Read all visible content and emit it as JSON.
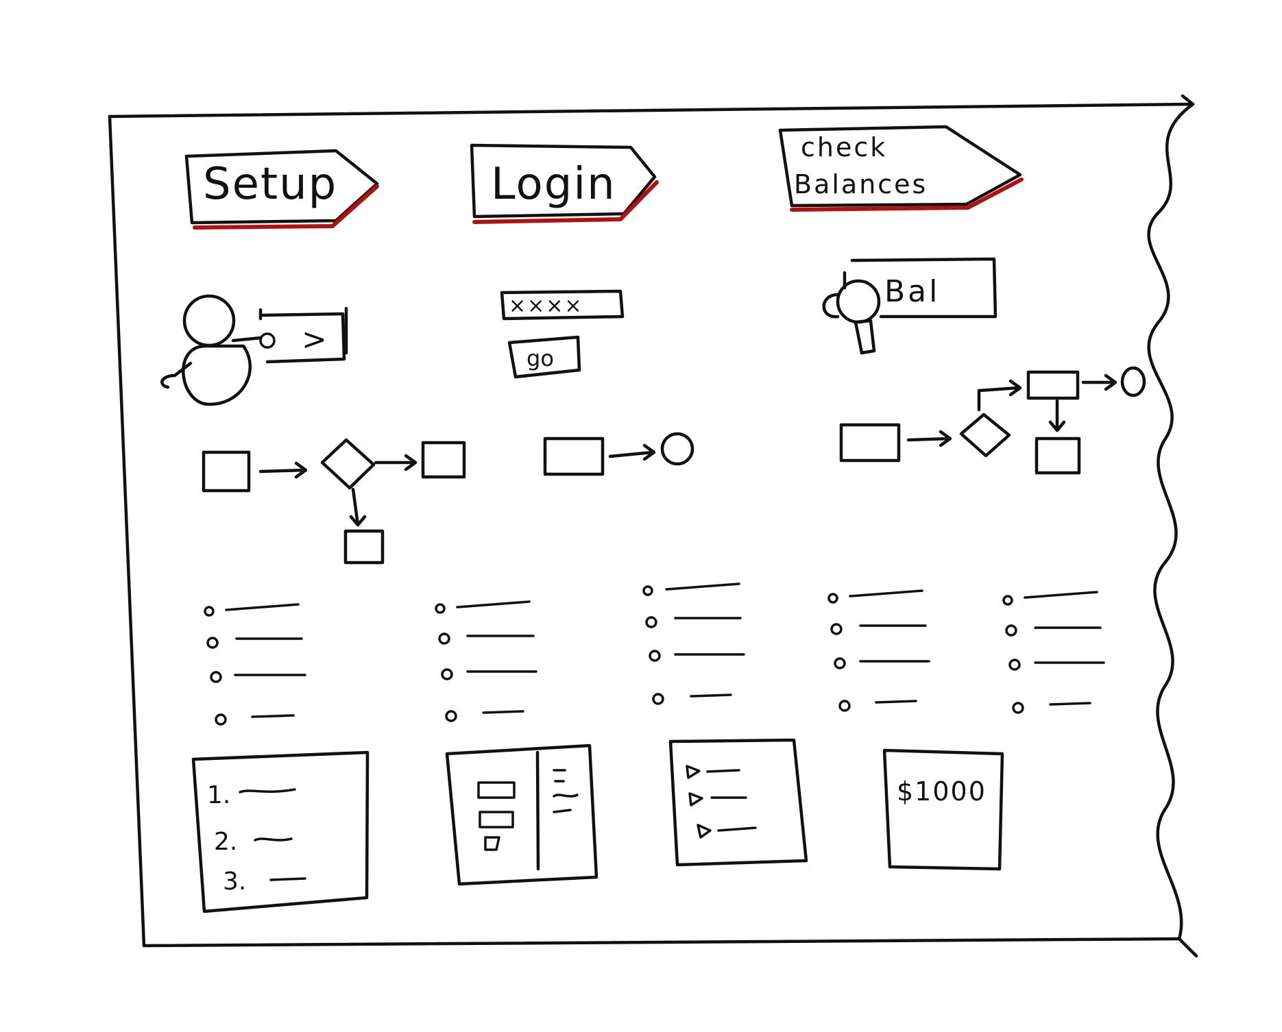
{
  "stages": [
    {
      "id": "setup",
      "label": "Setup"
    },
    {
      "id": "login",
      "label": "Login"
    },
    {
      "id": "check-balances",
      "label_line1": "check",
      "label_line2": "Balances"
    }
  ],
  "sketches": {
    "setup_button_glyph": ">",
    "login_password_mask": "××××",
    "login_go_label": "go",
    "balance_label": "Bal"
  },
  "panels": {
    "numbered_list": {
      "n1": "1.",
      "n2": "2.",
      "n3": "3."
    },
    "amount_label": "$1000"
  },
  "colors": {
    "ink": "#111111",
    "accent": "#b3110f"
  }
}
